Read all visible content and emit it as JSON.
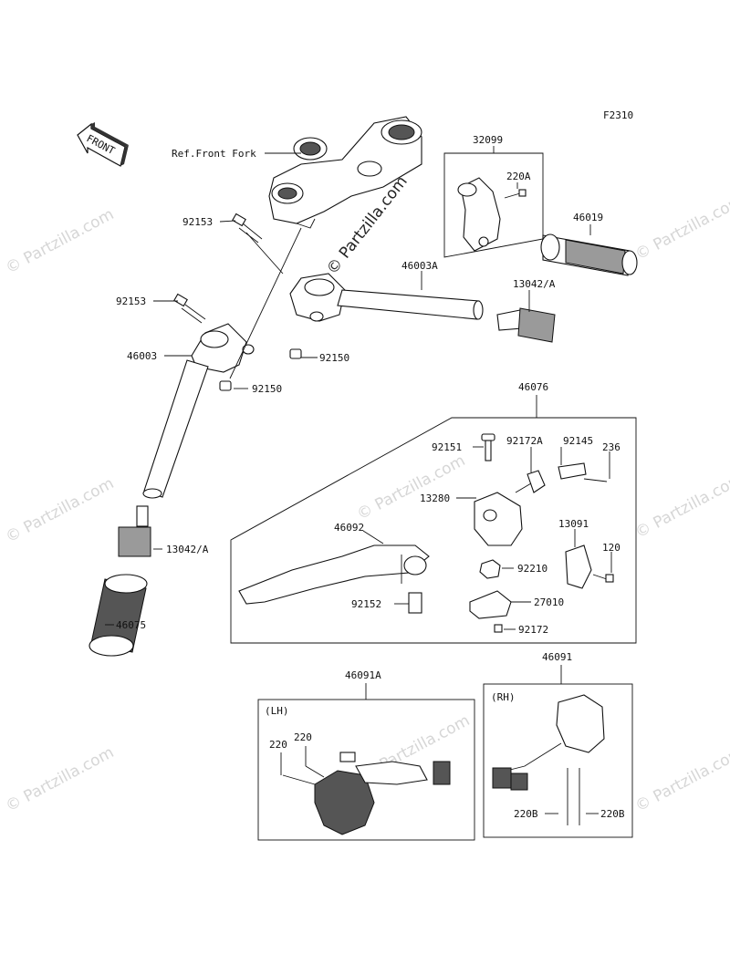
{
  "diagram": {
    "code": "F2310",
    "watermark": "© Partzilla.com",
    "front_label": "FRONT",
    "ref_label": "Ref.Front Fork",
    "box_lh_label": "(LH)",
    "box_rh_label": "(RH)",
    "parts": {
      "p32099": "32099",
      "p220A": "220A",
      "p46019": "46019",
      "p92153a": "92153",
      "p46003A": "46003A",
      "p13042A_top": "13042/A",
      "p92153b": "92153",
      "p46003": "46003",
      "p92150a": "92150",
      "p92150b": "92150",
      "p46076": "46076",
      "p92151": "92151",
      "p92172A": "92172A",
      "p92145": "92145",
      "p236": "236",
      "p13280": "13280",
      "p46092": "46092",
      "p13091": "13091",
      "p120": "120",
      "p92210": "92210",
      "p13042A_left": "13042/A",
      "p92152": "92152",
      "p27010": "27010",
      "p92172": "92172",
      "p46075": "46075",
      "p46091A": "46091A",
      "p46091": "46091",
      "p220a": "220",
      "p220b": "220",
      "p220B_a": "220B",
      "p220B_b": "220B"
    }
  }
}
